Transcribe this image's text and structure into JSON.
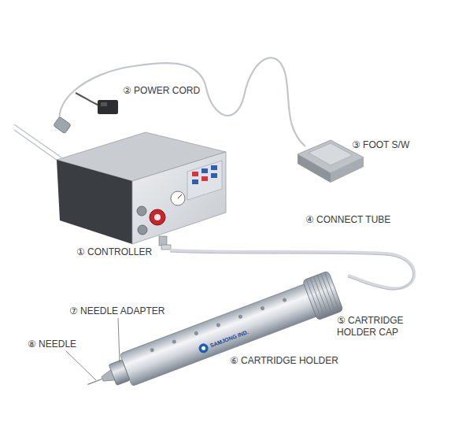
{
  "diagram": {
    "labels": [
      "① CONTROLLER",
      "② POWER CORD",
      "③ FOOT S/W",
      "④ CONNECT TUBE",
      "⑤ CARTRIDGE HOLDER CAP",
      "⑥ CARTRIDGE HOLDER",
      "⑦ NEEDLE ADAPTER",
      "⑧ NEEDLE",
      "SAMJONG IND."
    ]
  }
}
